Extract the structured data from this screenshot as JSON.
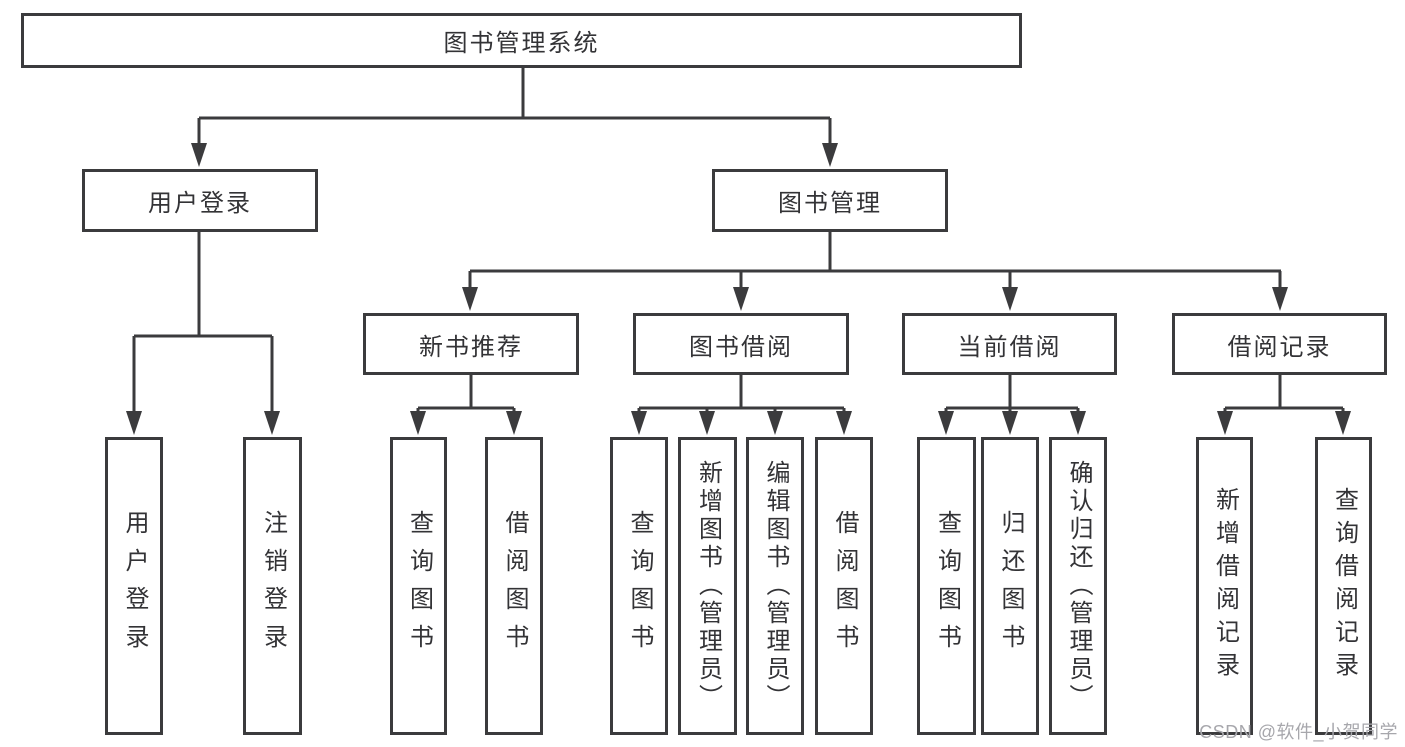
{
  "diagram": {
    "title": "图书管理系统",
    "branches": [
      {
        "label": "用户登录",
        "children": [
          {
            "label": "用户登录"
          },
          {
            "label": "注销登录"
          }
        ]
      },
      {
        "label": "图书管理",
        "children": [
          {
            "label": "新书推荐",
            "children": [
              {
                "label": "查询图书"
              },
              {
                "label": "借阅图书"
              }
            ]
          },
          {
            "label": "图书借阅",
            "children": [
              {
                "label": "查询图书"
              },
              {
                "label": "新增图书（管理员）"
              },
              {
                "label": "编辑图书（管理员）"
              },
              {
                "label": "借阅图书"
              }
            ]
          },
          {
            "label": "当前借阅",
            "children": [
              {
                "label": "查询图书"
              },
              {
                "label": "归还图书"
              },
              {
                "label": "确认归还（管理员）"
              }
            ]
          },
          {
            "label": "借阅记录",
            "children": [
              {
                "label": "新增借阅记录"
              },
              {
                "label": "查询借阅记录"
              }
            ]
          }
        ]
      }
    ]
  },
  "watermark": {
    "text": "CSDN @软件_小贺同学"
  },
  "colors": {
    "line": "#3b3b3d",
    "box_border": "#3b3b3d",
    "text": "#333336",
    "background": "#ffffff",
    "watermark": "#a7a7ac"
  }
}
